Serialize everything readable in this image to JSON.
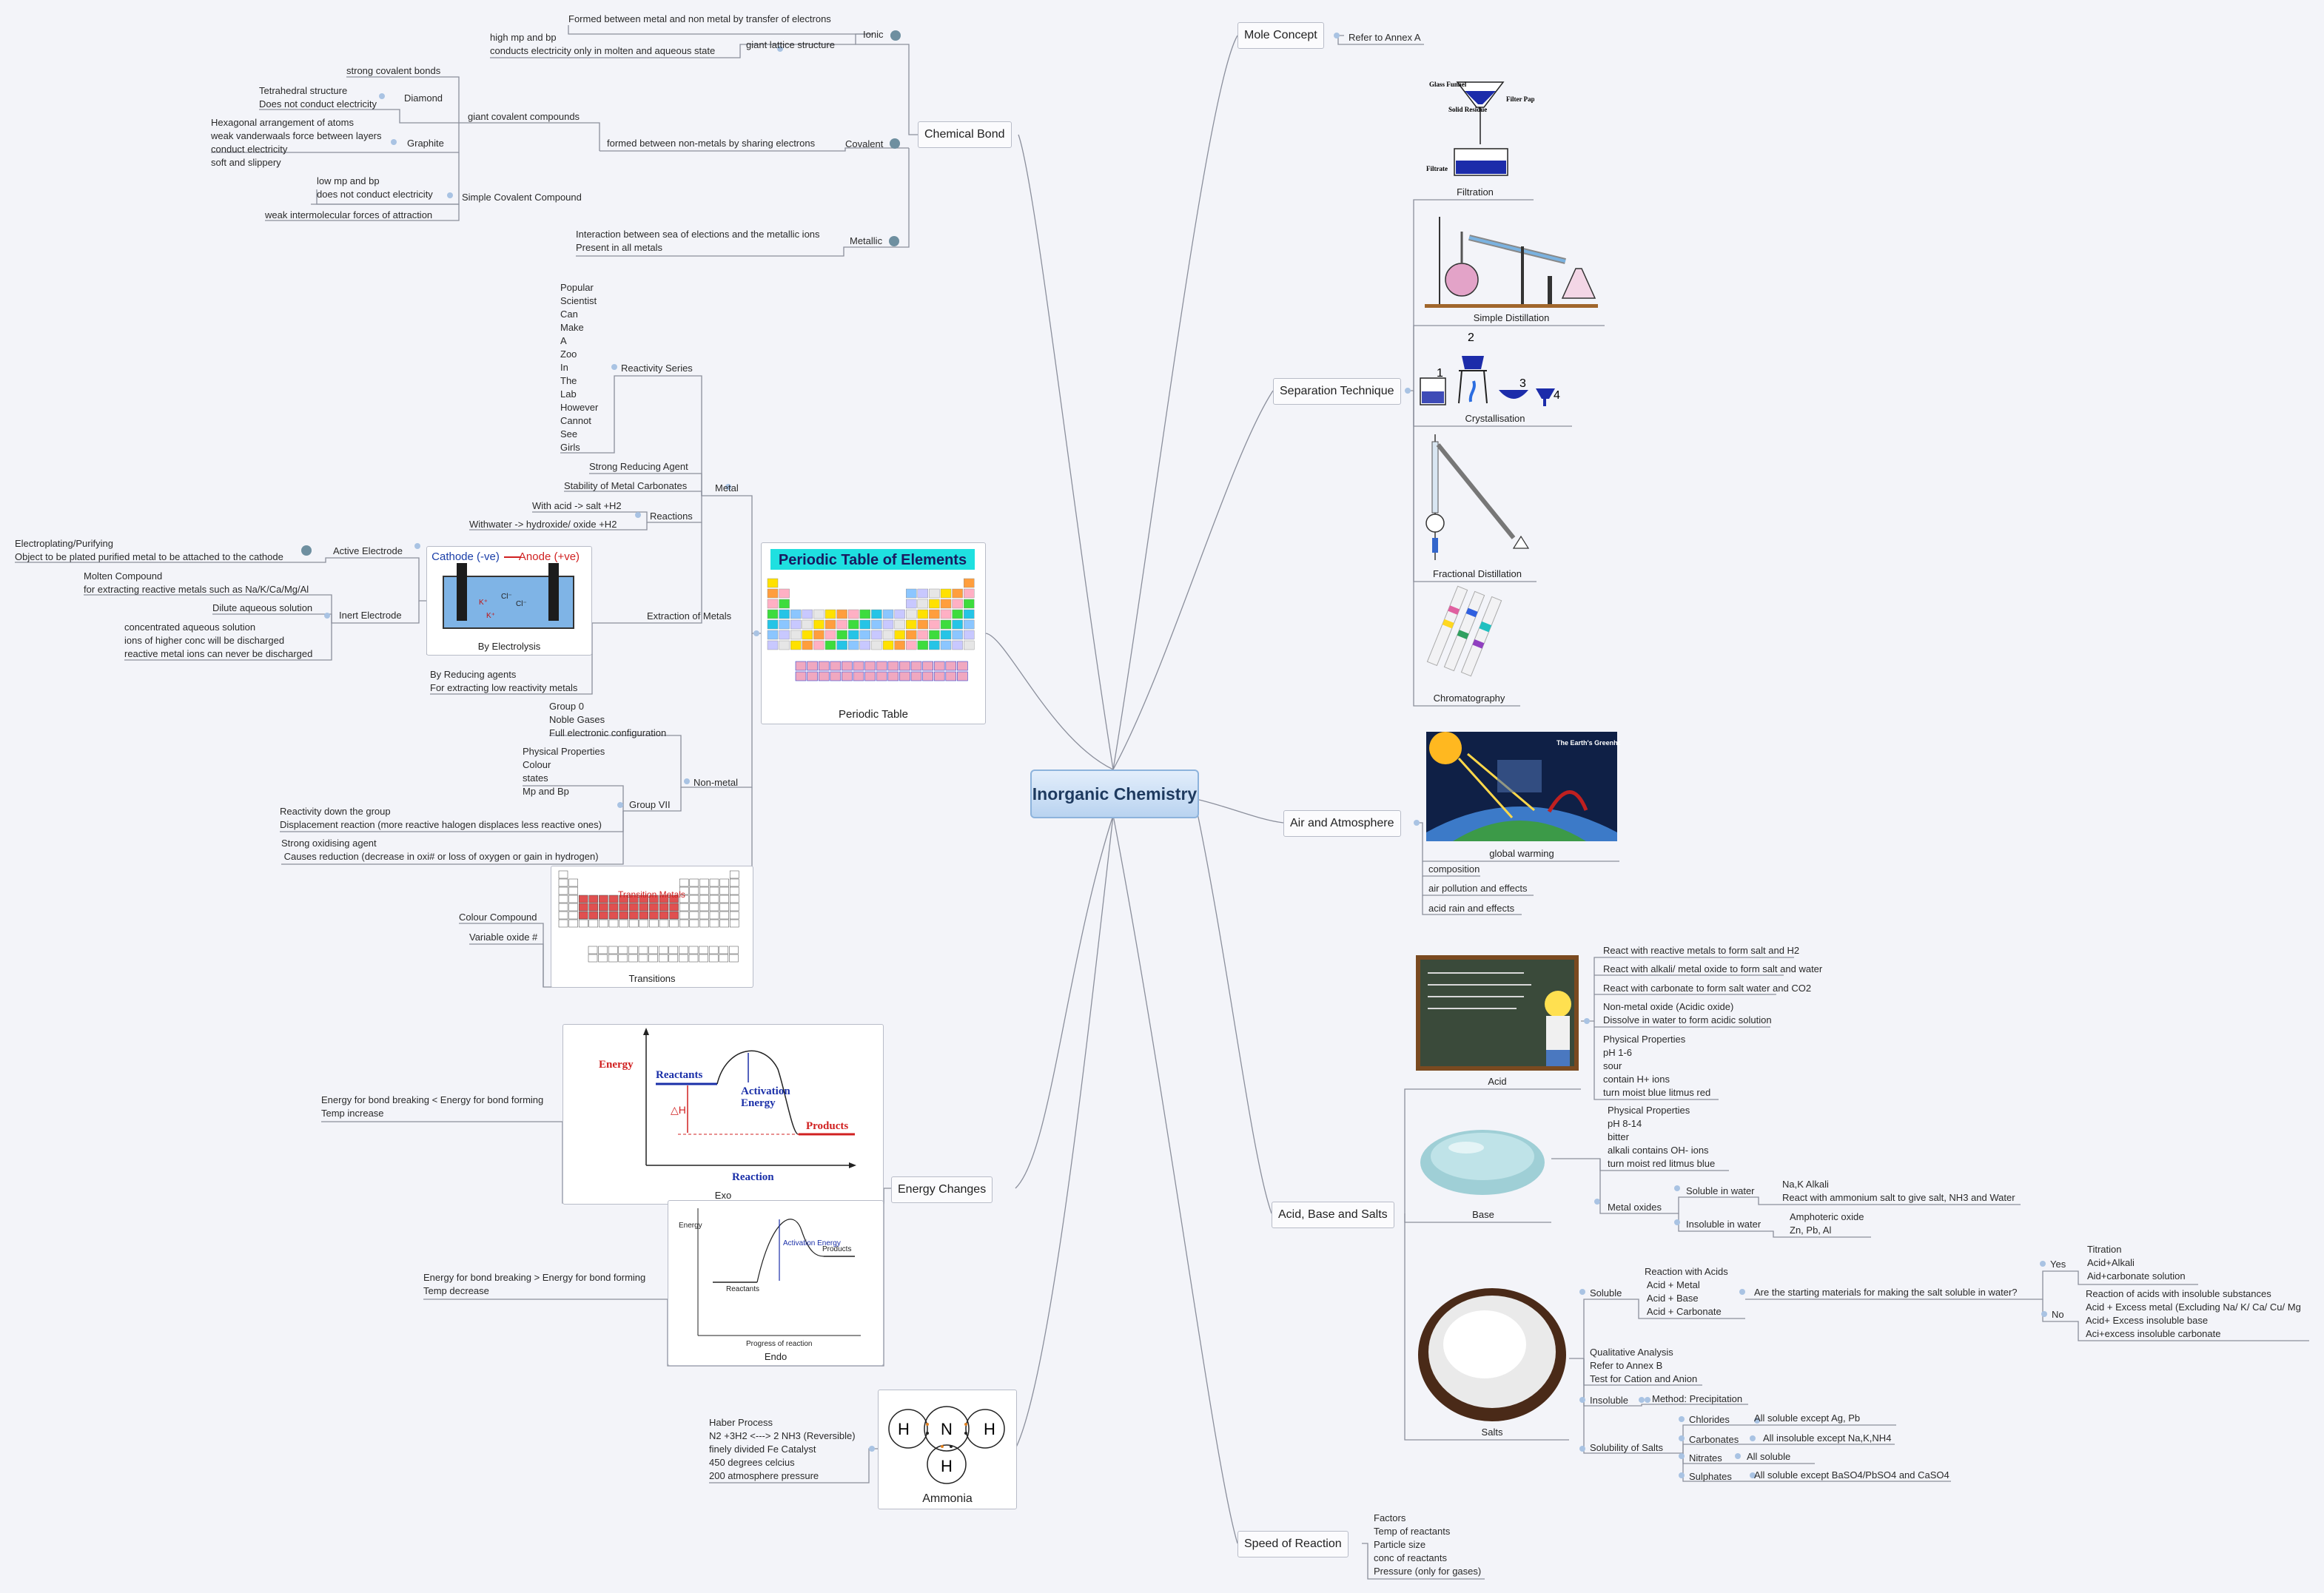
{
  "central_topic": "Inorganic Chemistry",
  "chemical_bond": {
    "title": "Chemical Bond",
    "ionic": "Ionic",
    "ionic_desc": "Formed between metal and non metal by transfer of electrons",
    "giant_lattice": "giant lattice structure",
    "giant_lattice_props": "high mp and bp\nconducts electricity only in molten and aqueous state",
    "covalent": "Covalent",
    "covalent_desc": "formed between non-metals by sharing electrons",
    "giant_covalent": "giant covalent compounds",
    "strong_bonds": "strong covalent bonds",
    "diamond": "Diamond",
    "diamond_props": "Tetrahedral structure\nDoes not conduct electricity",
    "graphite": "Graphite",
    "graphite_props": "Hexagonal arrangement of atoms\nweak vanderwaals force between layers\nconduct electricity\nsoft and slippery",
    "simple_covalent": "Simple Covalent Compound",
    "simple_props": "low mp and bp\ndoes not conduct electricity",
    "weak_forces": "weak intermolecular forces of attraction",
    "metallic": "Metallic",
    "metallic_desc": "Interaction between sea of elections and the metallic ions\nPresent in all metals"
  },
  "periodic_table": {
    "caption": "Periodic Table",
    "image_title": "Periodic Table of Elements",
    "metal": "Metal",
    "reactivity_series": "Reactivity Series",
    "mnemonic": "Popular\nScientist\nCan\nMake\nA\nZoo\nIn\nThe\nLab\nHowever\nCannot\nSee\nGirls",
    "reducing_agent": "Strong Reducing Agent",
    "stability": "Stability of Metal Carbonates",
    "reactions": "Reactions",
    "acid_reaction": "With acid -> salt +H2",
    "water_reaction": "Withwater -> hydroxide/ oxide +H2",
    "extraction": "Extraction of Metals",
    "electrolysis_caption": "By Electrolysis",
    "cathode": "Cathode (-ve)",
    "anode": "Anode (+ve)",
    "active_electrode": "Active Electrode",
    "active_desc": "Electroplating/Purifying\nObject to be plated purified metal to be attached to the cathode",
    "inert_electrode": "Inert Electrode",
    "molten": "Molten Compound\nfor extracting reactive metals such as Na/K/Ca/Mg/Al",
    "dilute": "Dilute aqueous solution",
    "concentrated": "concentrated aqueous solution\nions of higher conc will be discharged\nreactive metal ions can never be discharged",
    "reducing": "By Reducing agents\nFor extracting low reactivity metals",
    "non_metal": "Non-metal",
    "group0": "Group 0\nNoble Gases\nFull electronic configuration",
    "group7": "Group VII",
    "group7_phys": "Physical Properties\nColour\nstates\nMp and Bp",
    "group7_reactivity": "Reactivity down the group\nDisplacement reaction (more reactive halogen displaces less reactive ones)",
    "group7_oxid": "Strong oxidising agent\n Causes reduction (decrease in oxi# or loss of oxygen or gain in hydrogen)",
    "transitions": "Transitions",
    "transition_title": "Transition Metals",
    "colour_compound": "Colour Compound",
    "variable_oxide": "Variable oxide #"
  },
  "energy_changes": {
    "title": "Energy Changes",
    "exo": "Exo",
    "exo_desc": "Energy for bond breaking < Energy for bond forming\nTemp increase",
    "exo_energy": "Energy",
    "exo_reactants": "Reactants",
    "exo_activation": "Activation\nEnergy",
    "exo_products": "Products",
    "exo_dh": "△H",
    "exo_reaction": "Reaction",
    "endo": "Endo",
    "endo_desc": "Energy for bond breaking > Energy for bond forming\nTemp decrease",
    "endo_energy": "Energy",
    "endo_activation": "Activation Energy",
    "endo_products": "Products",
    "endo_reactants": "Reactants",
    "endo_progress": "Progress of reaction"
  },
  "ammonia": {
    "caption": "Ammonia",
    "haber": "Haber Process\nN2 +3H2 <---> 2 NH3 (Reversible)\nfinely divided Fe Catalyst\n450 degrees celcius\n200 atmosphere pressure",
    "atom_n": "N",
    "atom_h": "H"
  },
  "mole_concept": {
    "title": "Mole Concept",
    "annex": "Refer to Annex A"
  },
  "separation": {
    "title": "Separation Technique",
    "filtration": "Filtration",
    "filtration_labels": [
      "Glass Funnel",
      "Filter Paper",
      "Solid Residue",
      "Filtrate"
    ],
    "simple_distillation": "Simple Distillation",
    "crystallisation": "Crystallisation",
    "cryst_steps": [
      "1",
      "2",
      "3",
      "4"
    ],
    "fractional": "Fractional Distillation",
    "chromatography": "Chromatography"
  },
  "air": {
    "title": "Air and Atmosphere",
    "image_title": "The Earth's Greenhouse Effect",
    "global_warming": "global warming",
    "composition": "composition",
    "pollution": "air pollution and effects",
    "acid_rain": "acid rain and effects"
  },
  "acid_base": {
    "title": "Acid, Base and Salts",
    "acid": "Acid",
    "acid_items": [
      "React with reactive metals to form salt and H2",
      "React with alkali/ metal oxide to form salt and water",
      "React with carbonate to form salt water and CO2"
    ],
    "nonmetal_oxide": "Non-metal oxide (Acidic oxide)\nDissolve in water to form acidic solution",
    "acid_phys": "Physical Properties\npH 1-6\nsour\ncontain H+ ions\nturn moist blue litmus red",
    "base": "Base",
    "base_phys": "Physical Properties\npH 8-14\nbitter\nalkali contains OH- ions\nturn moist red litmus blue",
    "metal_oxides": "Metal oxides",
    "soluble_water": "Soluble in water",
    "soluble_water_desc": "Na,K Alkali\nReact with ammonium salt to give salt, NH3 and Water",
    "insoluble_water": "Insoluble in water",
    "insoluble_water_desc": "Amphoteric oxide\nZn, Pb, Al",
    "salts": "Salts",
    "soluble": "Soluble",
    "reaction_acids": "Reaction with Acids\n Acid + Metal\n Acid + Base\n Acid + Carbonate",
    "question": "Are the starting materials for making the salt soluble in water?",
    "yes": "Yes",
    "yes_desc": "Titration\nAcid+Alkali\nAid+carbonate solution",
    "no": "No",
    "no_desc": "Reaction of acids with insoluble substances\nAcid + Excess metal (Excluding Na/ K/ Ca/ Cu/ Mg\nAcid+ Excess insoluble base\nAci+excess insoluble carbonate",
    "qualitative": "Qualitative Analysis\nRefer to Annex B\nTest for Cation and Anion",
    "insoluble": "Insoluble",
    "precipitation": "Method: Precipitation",
    "solubility": "Solubility of Salts",
    "chlorides": "Chlorides",
    "chlorides_desc": "All soluble except Ag, Pb",
    "carbonates": "Carbonates",
    "carbonates_desc": "All insoluble except Na,K,NH4",
    "nitrates": "Nitrates",
    "nitrates_desc": "All soluble",
    "sulphates": "Sulphates",
    "sulphates_desc": "All soluble except BaSO4/PbSO4 and CaSO4"
  },
  "speed": {
    "title": "Speed of Reaction",
    "factors": "Factors\nTemp of reactants\nParticle size\nconc of reactants\nPressure (only for gases)"
  },
  "colors": {
    "line": "#8b8f9c",
    "accent": "#8db3dc",
    "dot": "#a9c3e3"
  }
}
